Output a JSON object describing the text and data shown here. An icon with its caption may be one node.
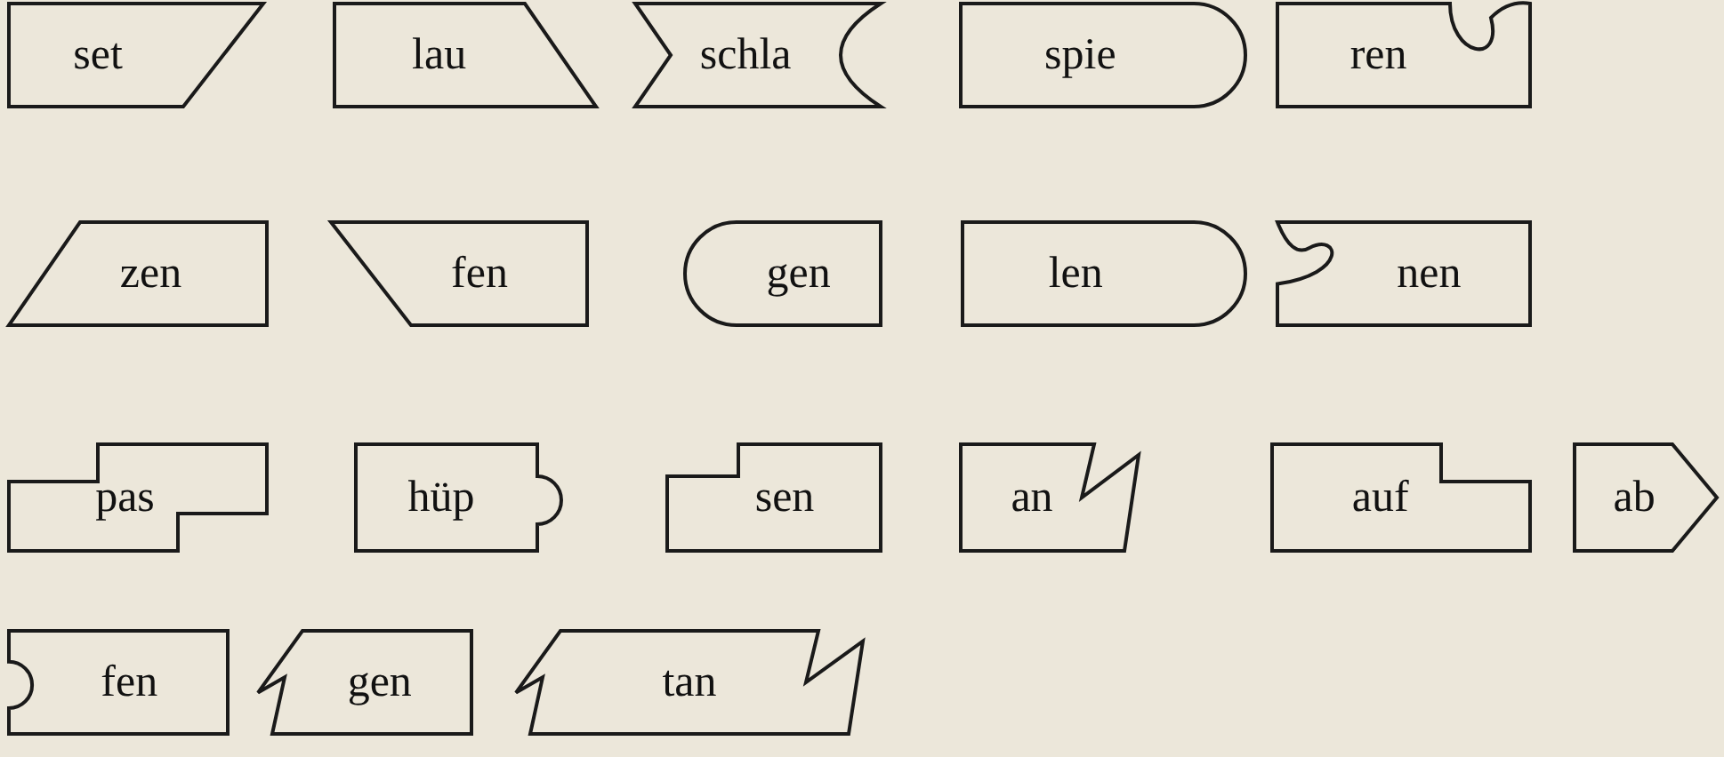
{
  "diagram": {
    "nodes": [
      {
        "text": [
          "set"
        ]
      },
      {
        "text": [
          "lau"
        ]
      },
      {
        "text": [
          "schla"
        ]
      },
      {
        "text": [
          "spie"
        ]
      },
      {
        "text": [
          "ren"
        ]
      },
      {
        "text": [
          "zen"
        ]
      },
      {
        "text": [
          "fen"
        ]
      },
      {
        "text": [
          "gen"
        ]
      },
      {
        "text": [
          "len"
        ]
      },
      {
        "text": [
          "nen"
        ]
      },
      {
        "text": [
          "pas"
        ]
      },
      {
        "text": [
          "hüp"
        ]
      },
      {
        "text": [
          "sen"
        ]
      },
      {
        "text": [
          "an"
        ]
      },
      {
        "text": [
          "auf"
        ]
      },
      {
        "text": [
          "ab"
        ]
      },
      {
        "text": [
          "fen"
        ]
      },
      {
        "text": [
          "gen"
        ]
      },
      {
        "text": [
          "tan"
        ]
      }
    ]
  }
}
